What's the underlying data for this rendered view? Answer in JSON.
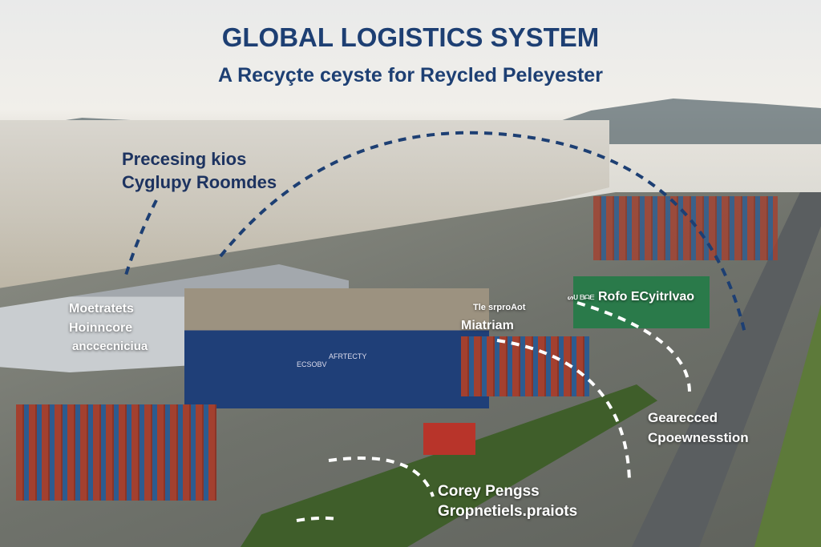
{
  "title": "GLOBAL LOGISTICS SYSTEM",
  "subtitle": "A Recyçte ceyste for Reycled Peleyester",
  "labels": {
    "top_left_1": "Precesing kios",
    "top_left_2": "Cyglupy Roomdes",
    "warehouse_1": "Moetratets",
    "warehouse_2": "Hoinncore",
    "warehouse_3": "anccecniciua",
    "mid_small": "Tle srproAot",
    "mid_large": "Miatriam",
    "green_small": "ᔕᑌ ᗷᗩᗴ",
    "green_large": "Rofo ECyitrlvao",
    "right_1": "Gearecced",
    "right_2": "Cpoewnesstion",
    "bottom_1": "Corey Pengss",
    "bottom_2": "Gropnetiels.praiots",
    "building_sign_1": "ECSOBV",
    "building_sign_2": "AFRTECTY"
  }
}
